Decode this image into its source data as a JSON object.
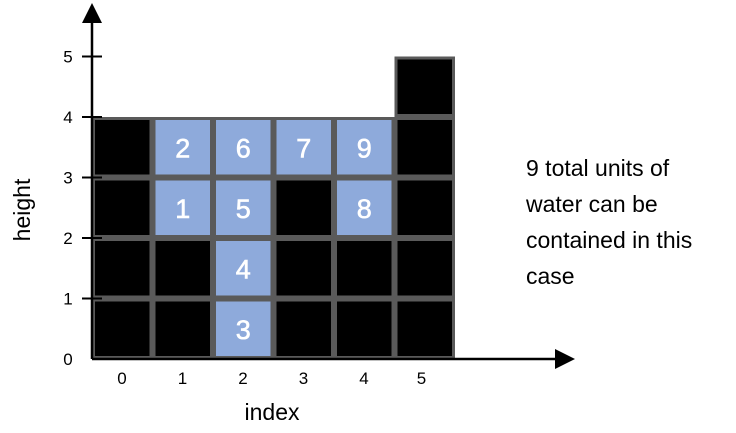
{
  "axes": {
    "x_title": "index",
    "y_title": "height",
    "x_ticks": [
      "0",
      "1",
      "2",
      "3",
      "4",
      "5"
    ],
    "y_ticks": [
      "0",
      "1",
      "2",
      "3",
      "4",
      "5"
    ]
  },
  "bars": {
    "heights": [
      4,
      2,
      0,
      3,
      2,
      5
    ],
    "color": "#000000",
    "border": "#5a5a5a"
  },
  "water": {
    "color": "#8eaadb",
    "cells": [
      {
        "col": 1,
        "row": 2,
        "label": "1"
      },
      {
        "col": 1,
        "row": 3,
        "label": "2"
      },
      {
        "col": 2,
        "row": 0,
        "label": "3"
      },
      {
        "col": 2,
        "row": 1,
        "label": "4"
      },
      {
        "col": 2,
        "row": 2,
        "label": "5"
      },
      {
        "col": 2,
        "row": 3,
        "label": "6"
      },
      {
        "col": 3,
        "row": 3,
        "label": "7"
      },
      {
        "col": 4,
        "row": 2,
        "label": "8"
      },
      {
        "col": 4,
        "row": 3,
        "label": "9"
      }
    ]
  },
  "caption": {
    "text": "9 total units of water can be contained in this case"
  }
}
